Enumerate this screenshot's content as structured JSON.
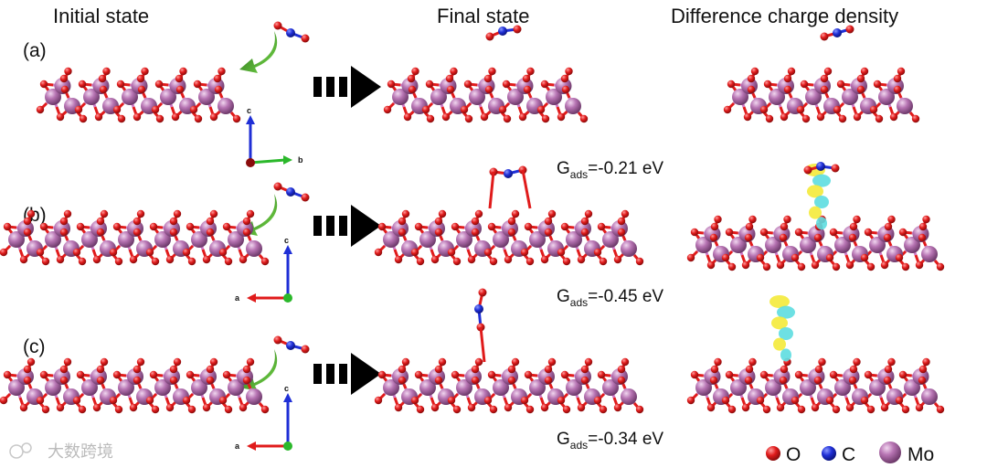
{
  "headers": {
    "initial": "Initial state",
    "final": "Final state",
    "difference": "Difference charge density"
  },
  "panels": [
    {
      "label": "(a)",
      "energy_prefix": "G",
      "energy_sub": "ads",
      "energy_value": "=-0.21 eV"
    },
    {
      "label": "(b)",
      "energy_prefix": "G",
      "energy_sub": "ads",
      "energy_value": "=-0.45 eV"
    },
    {
      "label": "(c)",
      "energy_prefix": "G",
      "energy_sub": "ads",
      "energy_value": "=-0.34 eV"
    }
  ],
  "axes": [
    {
      "up": "c",
      "side": "b"
    },
    {
      "up": "c",
      "side": "a"
    },
    {
      "up": "c",
      "side": "a"
    }
  ],
  "legend": [
    {
      "symbol": "O",
      "color": "#e01b1b"
    },
    {
      "symbol": "C",
      "color": "#1f2fd6"
    },
    {
      "symbol": "Mo",
      "color": "#b06fae"
    }
  ],
  "watermark": "大数跨境",
  "colors": {
    "oxygen": "#e01b1b",
    "carbon": "#1f2fd6",
    "molybdenum": "#b06fae",
    "bond_pink": "#d17ac7",
    "charge_yellow": "#f4ea3a",
    "charge_cyan": "#5ddde0",
    "arrow_green": "#4fc02a",
    "axis_green": "#2bb82b"
  }
}
